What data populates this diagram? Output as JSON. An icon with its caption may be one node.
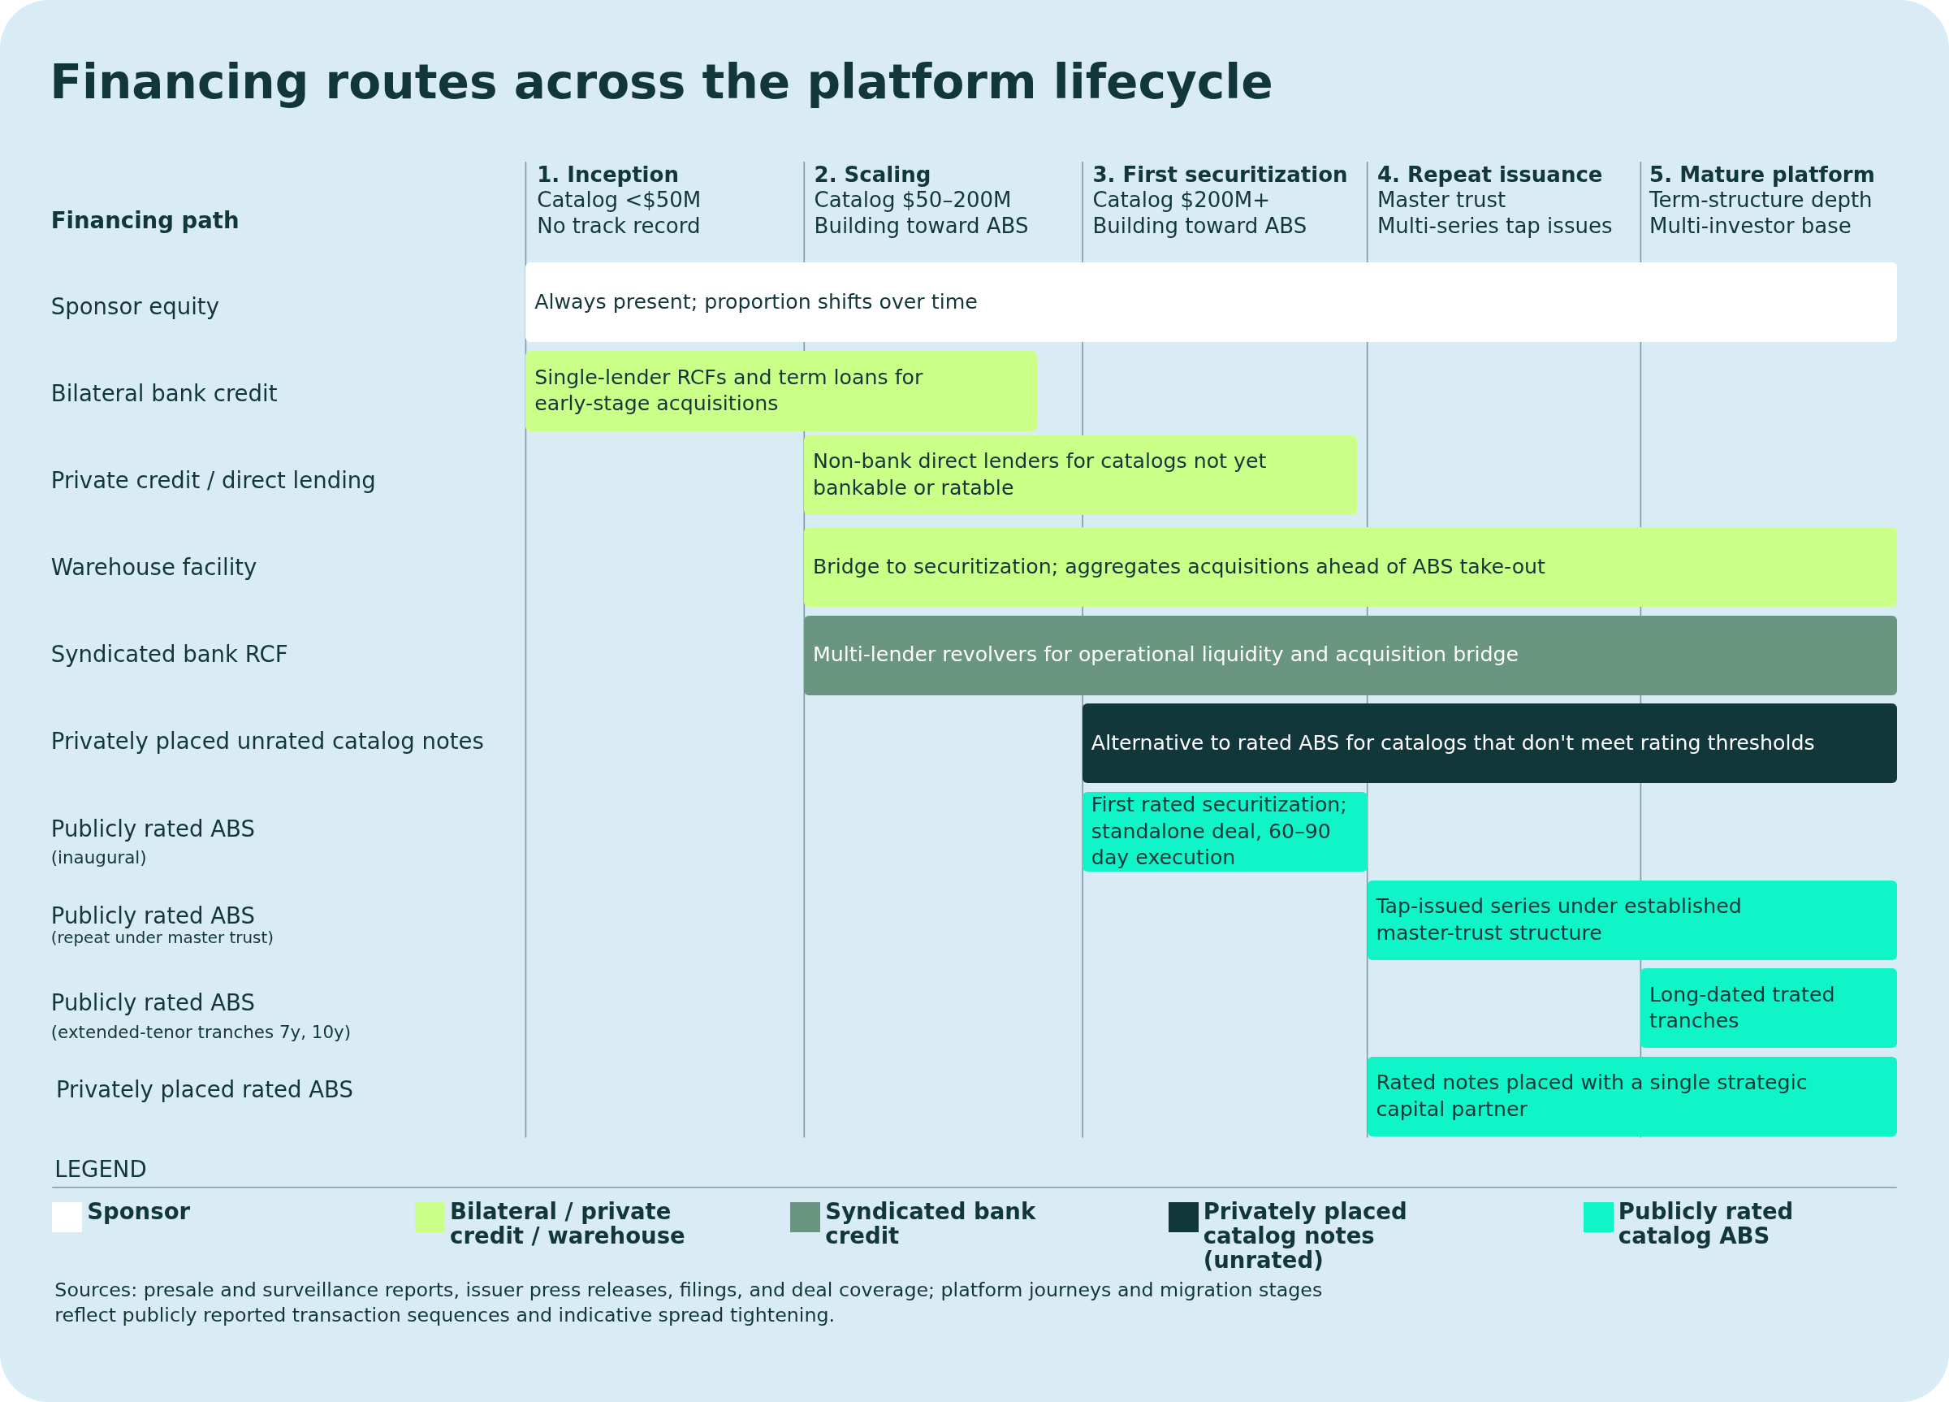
{
  "diagram": {
    "title": "Financing routes across the platform lifecycle",
    "nodes": [
      {
        "text": [
          "Always present; proportion shifts over time"
        ]
      },
      {
        "text": [
          "Single-lender RCFs and term loans for early-stage acquisitions"
        ]
      },
      {
        "text": [
          "Non-bank direct lenders for catalogs not yet bankable or ratable"
        ]
      },
      {
        "text": [
          "Bridge to securitization; aggregates acquisitions ahead of ABS take-out"
        ]
      },
      {
        "text": [
          "Multi-lender revolvers for operational liquidity and acquisition bridge"
        ]
      },
      {
        "text": [
          "Alternative to rated ABS for catalogs that don't meet rating thresholds"
        ]
      },
      {
        "text": [
          "First rated securitization; standalone deal, 60–90 day  execution"
        ]
      },
      {
        "text": [
          "Tap-issued series under established master-trust structure"
        ]
      },
      {
        "text": [
          "Long-dated trated tranches"
        ]
      },
      {
        "text": [
          "Rated notes placed with a single strategic capital partner"
        ]
      }
    ],
    "labels": [
      "1. Inception",
      "Catalog <$50M",
      "No track record",
      "2. Scaling",
      "Catalog $50–200M",
      "Building toward ABS",
      "3. First securitization",
      "Catalog $200M+",
      "Building toward ABS",
      "4. Repeat issuance",
      "Master trust",
      "Multi-series tap issues",
      "5. Mature platform",
      "Term-structure depth",
      "Multi-investor base",
      "Financing path",
      "Sponsor equity",
      "Bilateral bank credit",
      "Private credit / direct lending",
      "Warehouse facility",
      "Syndicated bank RCF",
      "Privately placed unrated catalog notes",
      "Publicly rated ABS",
      "(inaugural)",
      "Publicly rated ABS",
      "(repeat under master trust)",
      "Publicly rated ABS",
      "(extended-tenor tranches 7y, 10y)",
      "Privately placed rated ABS",
      "LEGEND",
      "Sources: presale and surveillance reports, issuer press releases, filings, and deal coverage; platform journeys and migration stages reflect publicly reported transaction sequences and indicative spread tightening."
    ],
    "legend": [
      {
        "text": "Sponsor",
        "color": "#ffffff"
      },
      {
        "text": "Bilateral / private credit / warehouse",
        "color": "#ccff88"
      },
      {
        "text": "Syndicated bank credit",
        "color": "#6a9580"
      },
      {
        "text": "Privately placed catalog notes (unrated)",
        "color": "#12373b"
      },
      {
        "text": "Publicly rated catalog ABS",
        "color": "#0ff5c8"
      }
    ]
  }
}
